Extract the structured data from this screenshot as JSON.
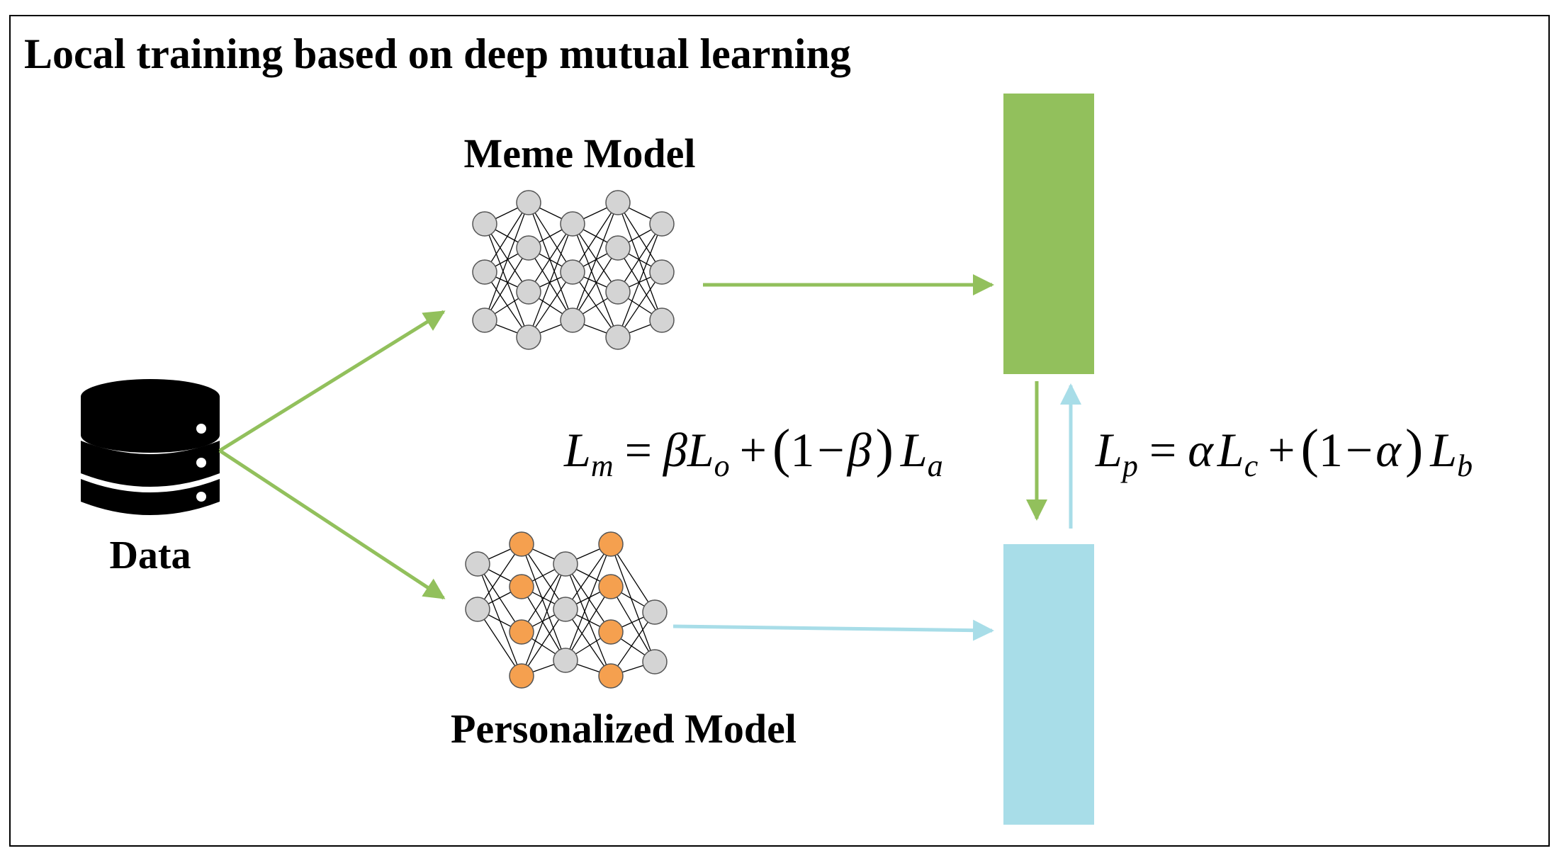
{
  "title": "Local training based on deep mutual learning",
  "labels": {
    "data": "Data",
    "meme_model": "Meme Model",
    "personalized_model": "Personalized Model"
  },
  "formulas": {
    "meme_loss": {
      "lhs": "L",
      "lhs_sub": "m",
      "eq": "=",
      "coef1": "β",
      "t1": "L",
      "t1_sub": "o",
      "plus": "+",
      "paren_open": "(",
      "one": "1",
      "minus": "−",
      "coef2": "β",
      "paren_close": ")",
      "t2": "L",
      "t2_sub": "a"
    },
    "personal_loss": {
      "lhs": "L",
      "lhs_sub": "p",
      "eq": "=",
      "coef1": "α",
      "t1": "L",
      "t1_sub": "c",
      "plus": "+",
      "paren_open": "(",
      "one": "1",
      "minus": "−",
      "coef2": "α",
      "paren_close": ")",
      "t2": "L",
      "t2_sub": "b"
    }
  },
  "colors": {
    "green": "#92c05c",
    "blue": "#a8dde8",
    "orange": "#f5a04f",
    "gray_node": "#d4d4d4",
    "database": "#000000"
  },
  "icons": {
    "database": "database-icon",
    "meme_network": "neural-network-icon",
    "personalized_network": "neural-network-icon"
  }
}
